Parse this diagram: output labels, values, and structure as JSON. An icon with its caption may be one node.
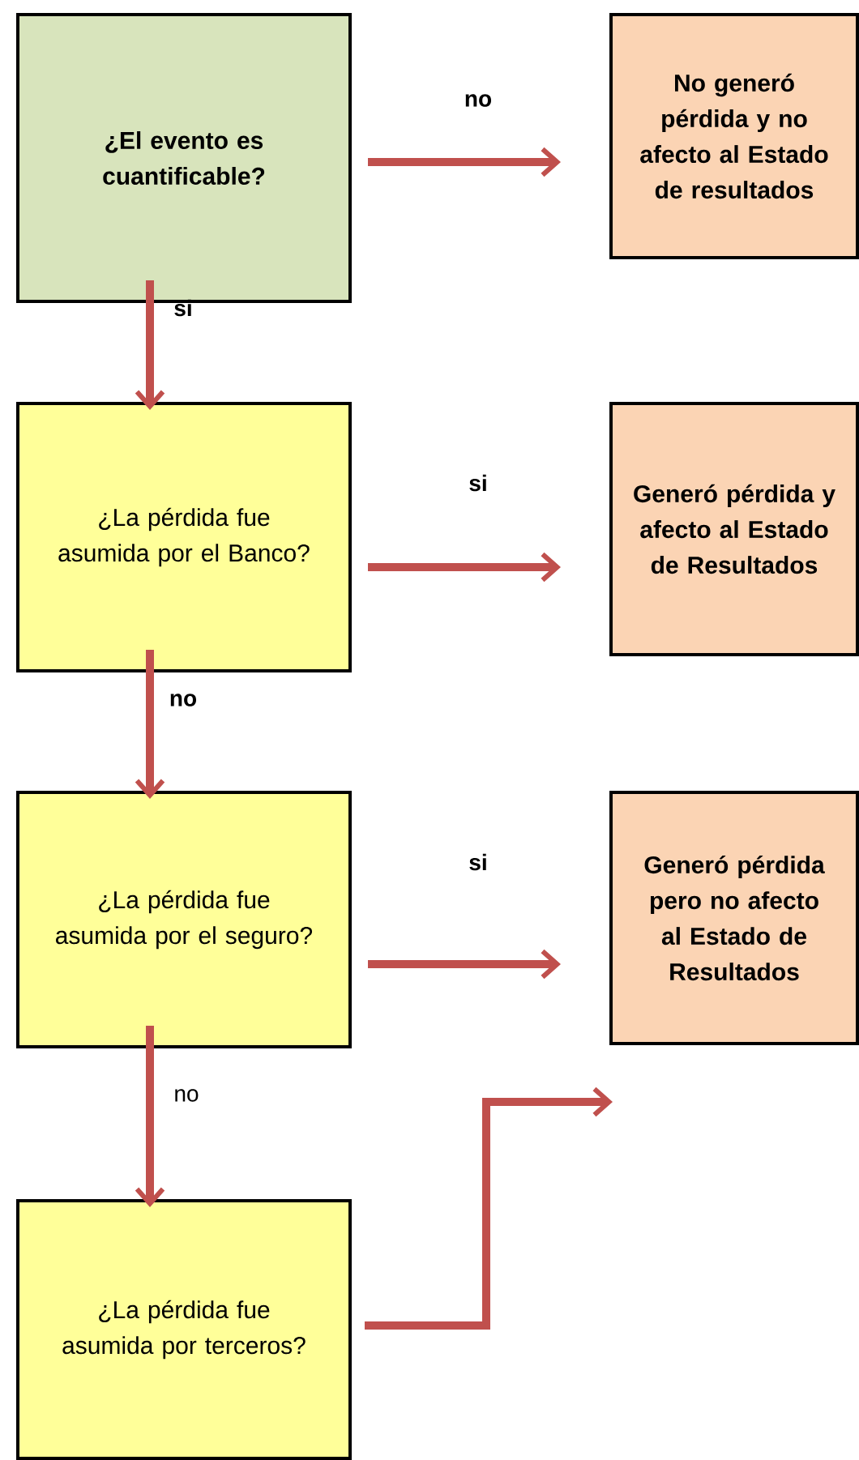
{
  "diagram": {
    "nodes": [
      {
        "text": [
          "¿El evento es cuantificable?"
        ]
      },
      {
        "text": [
          "No generó pérdida y no afecto al Estado de resultados"
        ]
      },
      {
        "text": [
          "¿La pérdida fue asumida por el Banco?"
        ]
      },
      {
        "text": [
          "Generó pérdida y afecto al Estado de Resultados"
        ]
      },
      {
        "text": [
          "¿La pérdida fue asumida por el seguro?"
        ]
      },
      {
        "text": [
          "Generó pérdida pero no afecto al Estado de Resultados"
        ]
      },
      {
        "text": [
          "¿La pérdida fue asumida por terceros?"
        ]
      }
    ],
    "edges": [
      {
        "from": 0,
        "to": 1,
        "arrow": "to",
        "label": "no"
      },
      {
        "from": 0,
        "to": 2,
        "arrow": "to",
        "label": "si"
      },
      {
        "from": 2,
        "to": 3,
        "arrow": "to",
        "label": "si"
      },
      {
        "from": 2,
        "to": 4,
        "arrow": "to",
        "label": "no"
      },
      {
        "from": 4,
        "to": 5,
        "arrow": "to",
        "label": "si"
      },
      {
        "from": 4,
        "to": 6,
        "arrow": "to",
        "label": "no"
      },
      {
        "from": 6,
        "to": null,
        "arrow": "to"
      }
    ]
  }
}
